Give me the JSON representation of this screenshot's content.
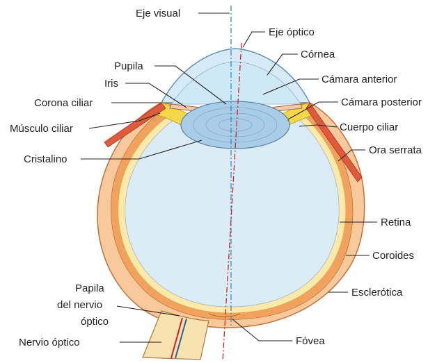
{
  "labels": {
    "eje_visual": "Eje visual",
    "eje_optico": "Eje óptico",
    "cornea": "Córnea",
    "pupila": "Pupila",
    "iris": "Iris",
    "camara_anterior": "Cámara anterior",
    "corona_ciliar": "Corona ciliar",
    "camara_posterior": "Cámara posterior",
    "musculo_ciliar": "Músculo ciliar",
    "cuerpo_ciliar": "Cuerpo ciliar",
    "cristalino": "Cristalino",
    "ora_serrata": "Ora serrata",
    "retina": "Retina",
    "coroides": "Coroides",
    "esclerotica": "Esclerótica",
    "papila_line1": "Papila",
    "papila_line2": "del nervio",
    "papila_line3": "óptico",
    "nervio_optico": "Nervio óptico",
    "fovea": "Fóvea"
  },
  "colors": {
    "sclera": "#f8c99a",
    "sclera_outline": "#c0703a",
    "choroid": "#f1a25e",
    "retina": "#fde9a8",
    "vitreous": "#dcecf7",
    "anterior_chamber": "#cfe8f6",
    "lens": "#a9cde6",
    "ciliary_body": "#f5d84a",
    "muscle": "#e05a3c",
    "visual_axis": "#2a8fb8",
    "optic_axis": "#d11f2a"
  }
}
